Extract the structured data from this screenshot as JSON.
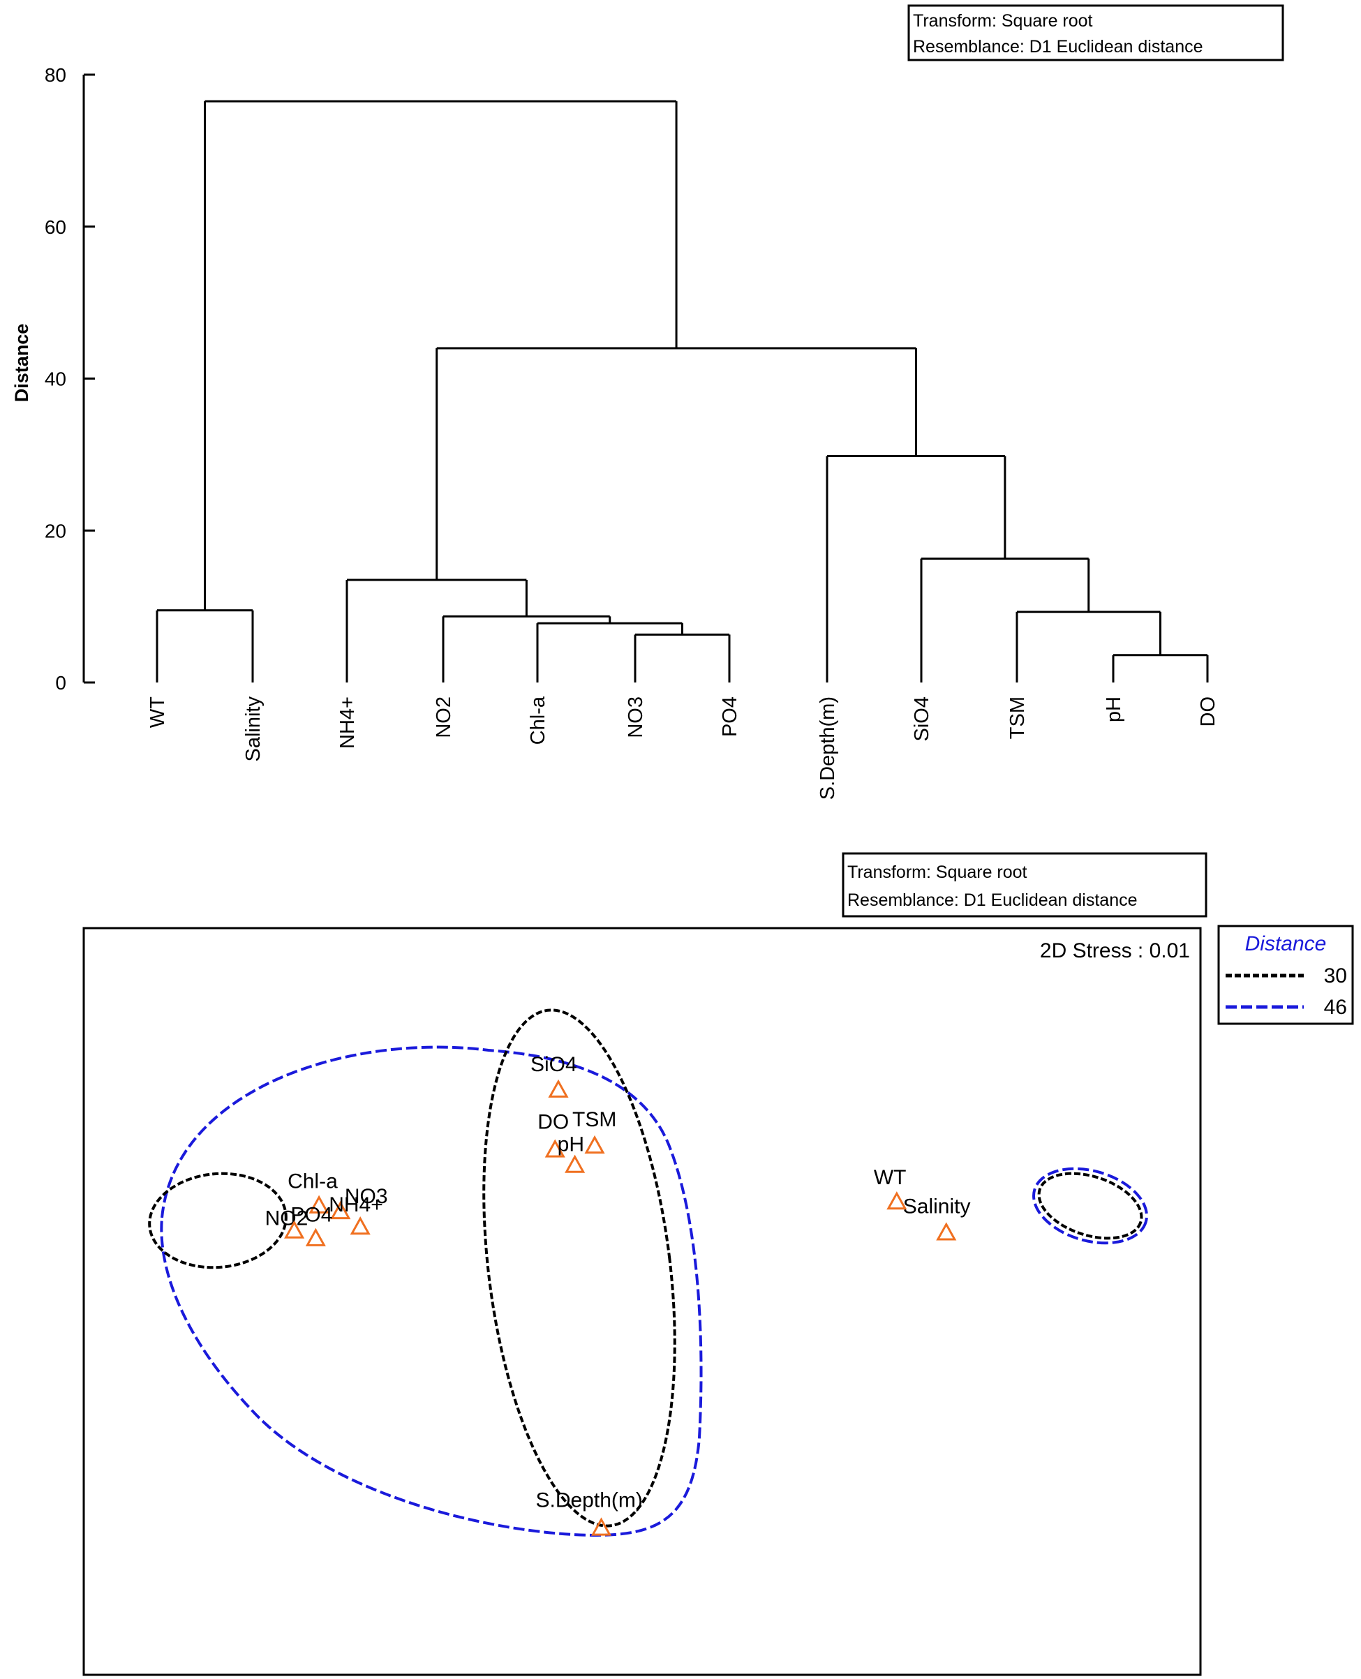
{
  "chart_data": [
    {
      "type": "dendrogram",
      "info_box": [
        "Transform: Square root",
        "Resemblance: D1 Euclidean distance"
      ],
      "ylabel": "Distance",
      "ylim": [
        0,
        80
      ],
      "yticks": [
        "0",
        "20",
        "40",
        "60",
        "80"
      ],
      "leaves": [
        "WT",
        "Salinity",
        "NH4+",
        "NO2",
        "Chl-a",
        "NO3",
        "PO4",
        "S.Depth(m)",
        "SiO4",
        "TSM",
        "pH",
        "DO"
      ],
      "merges": [
        {
          "left": "WT",
          "right": "Salinity",
          "height": 9.5
        },
        {
          "left": "NO3",
          "right": "PO4",
          "height": 6.3
        },
        {
          "left": "Chl-a",
          "right": "NO3+PO4",
          "height": 7.8
        },
        {
          "left": "NO2",
          "right": "Chl-a+NO3+PO4",
          "height": 8.7
        },
        {
          "left": "NH4+",
          "right": "NO2+Chl-a+NO3+PO4",
          "height": 13.5
        },
        {
          "left": "pH",
          "right": "DO",
          "height": 3.6
        },
        {
          "left": "TSM",
          "right": "pH+DO",
          "height": 9.3
        },
        {
          "left": "SiO4",
          "right": "TSM+pH+DO",
          "height": 16.3
        },
        {
          "left": "S.Depth(m)",
          "right": "SiO4+TSM+pH+DO",
          "height": 29.8
        },
        {
          "left": "NH4+...PO4",
          "right": "S.Depth(m)...DO",
          "height": 44.0
        },
        {
          "left": "WT+Salinity",
          "right": "NH4+...DO",
          "height": 76.5
        }
      ]
    },
    {
      "type": "scatter",
      "info_box": [
        "Transform: Square root",
        "Resemblance: D1 Euclidean distance"
      ],
      "stress_label": "2D Stress : 0.01",
      "legend": {
        "title": "Distance",
        "entries": [
          {
            "label": "30",
            "color": "#000000"
          },
          {
            "label": "46",
            "color": "#1a1adb"
          }
        ]
      },
      "marker": "triangle-outline",
      "marker_color": "#f07020",
      "points": [
        {
          "label": "Chl-a",
          "x": -1.45,
          "y": 0.35
        },
        {
          "label": "NO3",
          "x": -1.32,
          "y": 0.32
        },
        {
          "label": "NO2",
          "x": -1.6,
          "y": 0.22
        },
        {
          "label": "PO4",
          "x": -1.47,
          "y": 0.18
        },
        {
          "label": "NH4+",
          "x": -1.2,
          "y": 0.24
        },
        {
          "label": "SiO4",
          "x": 0.0,
          "y": 0.95
        },
        {
          "label": "DO",
          "x": -0.02,
          "y": 0.64
        },
        {
          "label": "TSM",
          "x": 0.22,
          "y": 0.66
        },
        {
          "label": "pH",
          "x": 0.1,
          "y": 0.56
        },
        {
          "label": "S.Depth(m)",
          "x": 0.26,
          "y": -1.32
        },
        {
          "label": "WT",
          "x": 2.05,
          "y": 0.37
        },
        {
          "label": "Salinity",
          "x": 2.35,
          "y": 0.21
        }
      ],
      "groups": [
        {
          "distance": "30",
          "members": [
            "Chl-a",
            "NO3",
            "NO2",
            "PO4",
            "NH4+"
          ]
        },
        {
          "distance": "30",
          "members": [
            "SiO4",
            "DO",
            "TSM",
            "pH",
            "S.Depth(m)"
          ]
        },
        {
          "distance": "30",
          "members": [
            "WT",
            "Salinity"
          ]
        },
        {
          "distance": "46",
          "members": [
            "Chl-a",
            "NO3",
            "NO2",
            "PO4",
            "NH4+",
            "SiO4",
            "DO",
            "TSM",
            "pH",
            "S.Depth(m)"
          ]
        },
        {
          "distance": "46",
          "members": [
            "WT",
            "Salinity"
          ]
        }
      ]
    }
  ]
}
